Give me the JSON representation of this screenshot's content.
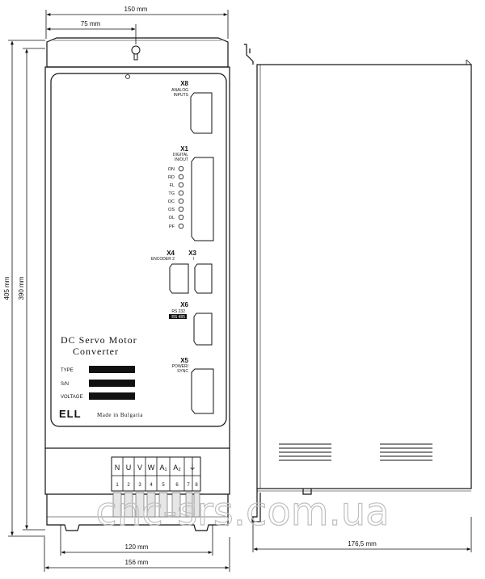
{
  "dimensions": {
    "width_top": "150 mm",
    "half_width": "75 mm",
    "height_outer": "405 mm",
    "height_inner": "390 mm",
    "bottom_inner": "120 mm",
    "bottom_outer": "156 mm",
    "depth": "176,5 mm"
  },
  "connectors": {
    "x8": {
      "name": "X8",
      "desc1": "ANALOG",
      "desc2": "INPUTS"
    },
    "x1": {
      "name": "X1",
      "desc1": "DIGITAL",
      "desc2": "IN/OUT"
    },
    "x4": {
      "name": "X4",
      "desc": "ENCODER 2"
    },
    "x3": {
      "name": "X3",
      "desc": "I"
    },
    "x6": {
      "name": "X6",
      "desc1": "RS 232",
      "desc2": "RS 485"
    },
    "x5": {
      "name": "X5",
      "desc1": "POWER/",
      "desc2": "SYNC"
    }
  },
  "leds": [
    "ON",
    "RD",
    "FL",
    "TG",
    "OC",
    "OS",
    "OL",
    "PF"
  ],
  "label_block": {
    "title1": "DC Servo Motor",
    "title2": "Converter",
    "type": "TYPE",
    "sn": "S/N",
    "voltage": "VOLTAGE",
    "brand": "ELL",
    "made": "Made in Bulgaria"
  },
  "terminals": {
    "letters": [
      "N",
      "U",
      "V",
      "W",
      "A₁",
      "A₂",
      "⏚"
    ],
    "numbers": [
      "1",
      "2",
      "3",
      "4",
      "5",
      "6",
      "7",
      "8"
    ]
  },
  "watermark": "cnc-srs.com.ua"
}
